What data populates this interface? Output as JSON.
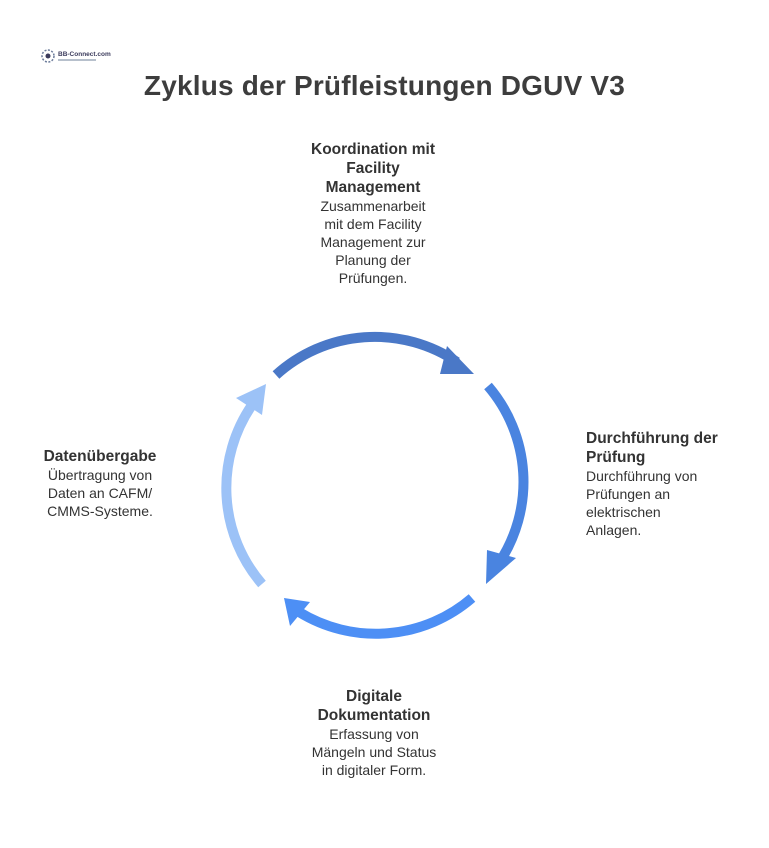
{
  "logo": {
    "text": "BB-Connect.com"
  },
  "title": "Zyklus der Prüfleistungen DGUV V3",
  "colors": {
    "arc_top": "#4a78c7",
    "arc_right": "#4a84e0",
    "arc_bottom": "#4d8ff5",
    "arc_left": "#9cc2f7"
  },
  "nodes": {
    "top": {
      "heading_lines": [
        "Koordination mit",
        "Facility",
        "Management"
      ],
      "desc_lines": [
        "Zusammenarbeit",
        "mit dem Facility",
        "Management zur",
        "Planung der",
        "Prüfungen."
      ]
    },
    "right": {
      "heading_lines": [
        "Durchführung der",
        "Prüfung"
      ],
      "desc_lines": [
        "Durchführung von",
        "Prüfungen an",
        "elektrischen",
        "Anlagen."
      ]
    },
    "bottom": {
      "heading_lines": [
        "Digitale",
        "Dokumentation"
      ],
      "desc_lines": [
        "Erfassung von",
        "Mängeln und Status",
        "in digitaler Form."
      ]
    },
    "left": {
      "heading_lines": [
        "Datenübergabe"
      ],
      "desc_lines": [
        "Übertragung von",
        "Daten an CAFM/",
        "CMMS-Systeme."
      ]
    }
  }
}
